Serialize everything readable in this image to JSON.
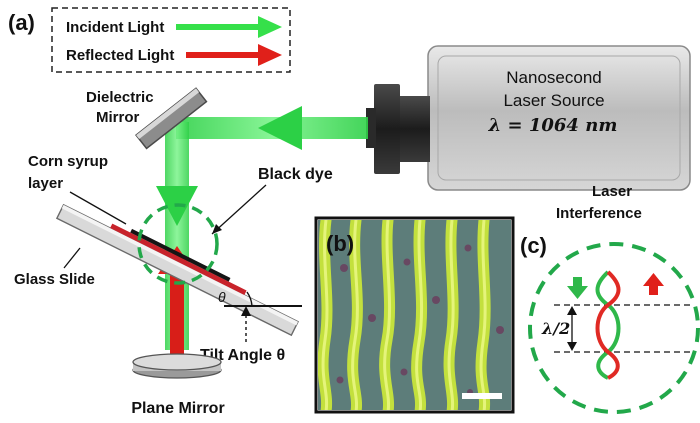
{
  "panels": {
    "a": "(a)",
    "b": "(b)",
    "c": "(c)"
  },
  "legend": {
    "incident": "Incident Light",
    "reflected": "Reflected Light"
  },
  "labels": {
    "dielectric_mirror_1": "Dielectric",
    "dielectric_mirror_2": "Mirror",
    "laser_source_1": "Nanosecond",
    "laser_source_2": "Laser Source",
    "wavelength": "λ = 1064 nm",
    "corn_syrup_1": "Corn syrup",
    "corn_syrup_2": "layer",
    "black_dye": "Black dye",
    "glass_slide": "Glass Slide",
    "theta": "θ",
    "tilt_angle": "Tilt Angle θ",
    "plane_mirror": "Plane Mirror",
    "laser_interference_1": "Laser",
    "laser_interference_2": "Interference",
    "half_lambda": "λ/2"
  },
  "colors": {
    "incident": "#35e04a",
    "reflected": "#e0201a",
    "dashed_circle": "#22a84a",
    "micrograph_bg": "#5d7d7a",
    "micrograph_stripe": "#c9e63a"
  }
}
